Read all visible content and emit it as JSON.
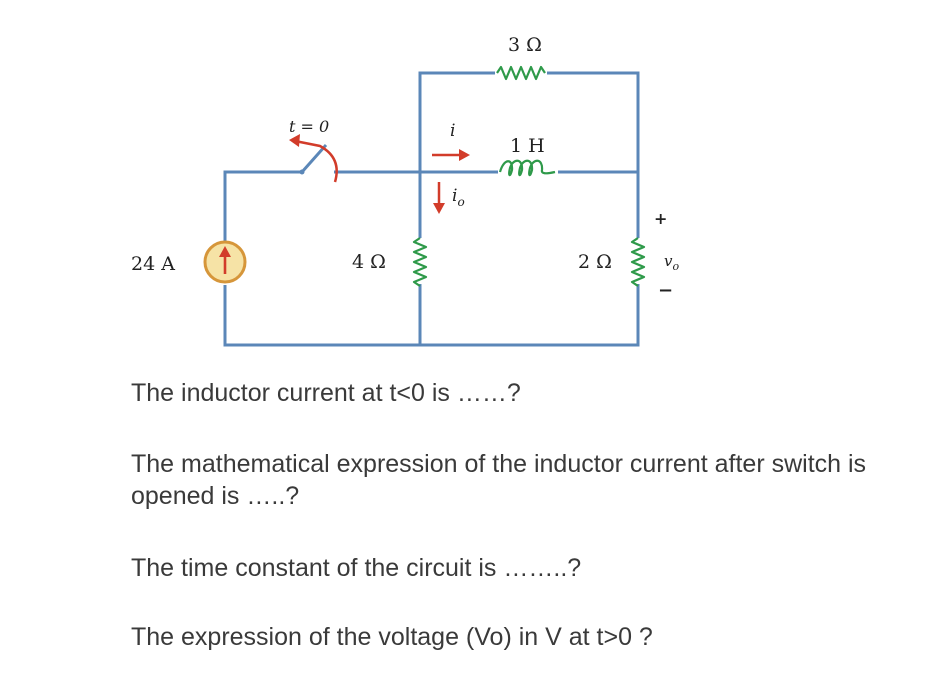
{
  "circuit": {
    "source_label": "24 A",
    "switch_label": "t = 0",
    "r1_label": "4 Ω",
    "r2_label": "3 Ω",
    "r3_label": "2 Ω",
    "inductor_label": "1 H",
    "current_i_label": "i",
    "current_io_label": "i",
    "current_io_sub": "o",
    "vo_label": "v",
    "vo_sub": "o",
    "vo_plus": "+",
    "vo_minus": "−"
  },
  "questions": [
    "The inductor current at t<0 is ……?",
    "The mathematical expression of the inductor current after switch is opened is …..?",
    "The time constant of the circuit is ……..?",
    "The expression of the voltage (Vo) in V at t>0 ?"
  ],
  "colors": {
    "wire": "#5b87b8",
    "resistor": "#2f9a4a",
    "arrow": "#d23c2a",
    "source_fill": "#f6e3a6",
    "source_stroke": "#d6963a",
    "text": "#3a3a3a"
  }
}
